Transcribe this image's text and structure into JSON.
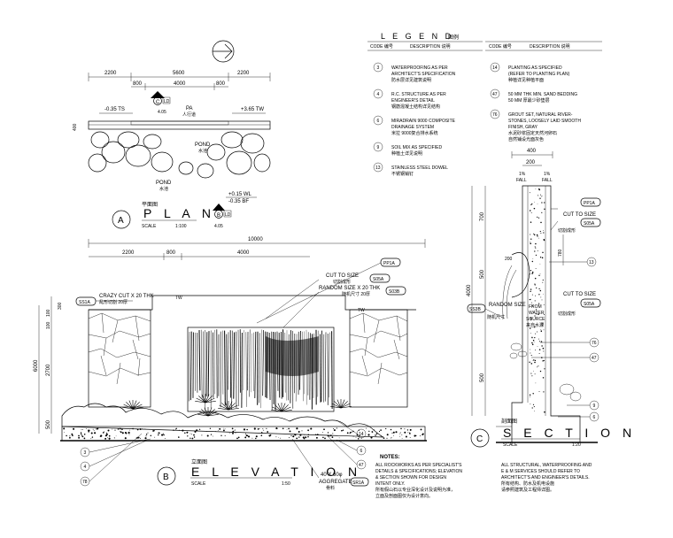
{
  "legend": {
    "title": "L E G E N D",
    "title_cn": "图例",
    "col_code": "CODE 编号",
    "col_desc": "DESCRIPTION 说明",
    "left": [
      {
        "code": "3",
        "desc": [
          "WATERPROOFING AS PER",
          "ARCHITECT'S SPECIFICATION",
          "防水层详见建筑说明"
        ]
      },
      {
        "code": "4",
        "desc": [
          "R.C. STRUCTURE AS PER",
          "ENGINEER'S DETAIL",
          "钢筋混凝土结构详见结构"
        ]
      },
      {
        "code": "6",
        "desc": [
          "MIRADRAIN 9000 COMPOSITE",
          "DRAINAGE SYSTEM",
          "米拉 9000复合排水系统"
        ]
      },
      {
        "code": "9",
        "desc": [
          "SOIL MIX AS SPECIFIED",
          "种植土详见说明"
        ]
      },
      {
        "code": "13",
        "desc": [
          "STAINLESS STEEL DOWEL",
          "不锈钢销钉"
        ]
      }
    ],
    "right": [
      {
        "code": "14",
        "desc": [
          "PLANTING AS SPECIFIED",
          "(REFER TO PLANTING PLAN)",
          "种植详见种植平面"
        ]
      },
      {
        "code": "47",
        "desc": [
          "50 MM THK MIN. SAND BEDDING",
          "50 MM 厚最少砂垫层"
        ]
      },
      {
        "code": "76",
        "desc": [
          "GROUT SET, NATURAL RIVER-",
          "STONES, LOOSELY LAID SMOOTH",
          "FINISH, GRAY",
          "水泥砂浆固定天然河卵石",
          "自然铺设光面灰色"
        ]
      }
    ]
  },
  "plan": {
    "circle": "A",
    "title": "P L A N",
    "title_cn": "平面图",
    "scale": "SCALE",
    "scale_val": "1:100",
    "dims_top": [
      "2200",
      "5600",
      "2200"
    ],
    "dims_mid": [
      "800",
      "4000",
      "800"
    ],
    "labels": {
      "ts": "-0.35 TS",
      "tw": "+3.65 TW",
      "pa": "PA",
      "pa_cn": "人行道",
      "pond1": "POND",
      "pond1_cn": "水池",
      "pond2": "POND",
      "pond2_cn": "水池",
      "wl": "+0.15 WL",
      "bf": "-0.35 BF",
      "side_dim": "400"
    },
    "marker_c": {
      "letter": "C",
      "sheet": "LD",
      "num": "4.05"
    },
    "marker_b": {
      "letter": "B",
      "sheet": "LD",
      "num": "4.05"
    }
  },
  "elevation": {
    "circle": "B",
    "title": "E L E V A T I O N",
    "title_cn": "立面图",
    "scale": "SCALE",
    "scale_val": "1:50",
    "dim_total": "10000",
    "dims": [
      "2200",
      "800",
      "4000"
    ],
    "left_dims": [
      "6000",
      "2700",
      "500",
      "100",
      "100",
      "300"
    ],
    "tags": {
      "pp1a": "PP1A",
      "ss1a": "SS1A",
      "s05a": "S05A",
      "s03b": "S03B",
      "sr1a": "SR1A"
    },
    "labels": {
      "crazy": "CRAZY CUT X 20 THK",
      "crazy_cn": "乱形切割 20厚",
      "cut": "CUT TO SIZE",
      "cut_cn": "切割成形",
      "random": "RANDOM SIZE X 20 THK",
      "random_cn": "随机尺寸 20厚",
      "tw": "TW",
      "agg1": "40 X 60φ",
      "agg2": "AGGREGATE",
      "agg_cn": "骨料"
    },
    "callouts": [
      "3",
      "4",
      "78",
      "6",
      "47",
      "14"
    ]
  },
  "section": {
    "circle": "C",
    "title": "S E C T I O N",
    "title_cn": "剖面图",
    "scale": "SCALE",
    "scale_val": "1:20",
    "top_dim": "400",
    "small_dim": "200",
    "fall": "FALL",
    "fall_val": "1%",
    "left_dims": [
      "4000",
      "700",
      "500",
      "500"
    ],
    "right_dims": [
      "200",
      "780"
    ],
    "tags": {
      "pp1a": "PP1A",
      "s05a1": "S05A",
      "s05a2": "S05A",
      "ss3b": "SS3B"
    },
    "labels": {
      "cut": "CUT TO SIZE",
      "cut_cn": "切割成形",
      "random": "RANDOM SIZE",
      "random_cn": "随机尺寸",
      "from1": "FROM",
      "from2": "WATER",
      "from3": "SOURCE",
      "from_cn": "来自水源"
    },
    "callouts": [
      "13",
      "76",
      "47",
      "9",
      "6"
    ]
  },
  "notes": {
    "title": "NOTES:",
    "left": [
      "ALL ROCKWORKS AS PER SPECIALIST'S",
      "DETAILS & SPECIFICATIONS; ELEVATION",
      "& SECTION SHOWN FOR DESIGN",
      "INTENT ONLY.",
      "所有假山石以专业深化设计及说明为准，",
      "立面及剖面图仅为设计意向。"
    ],
    "right": [
      "ALL STRUCTURAL, WATERPROOFING AND",
      "E & M SERVICES SHOULD REFER TO",
      "ARCHITECT'S AND ENGINEER'S DETAILS.",
      "所有结构、防水及机电设施",
      "请参照建筑及工程师详图。"
    ]
  }
}
